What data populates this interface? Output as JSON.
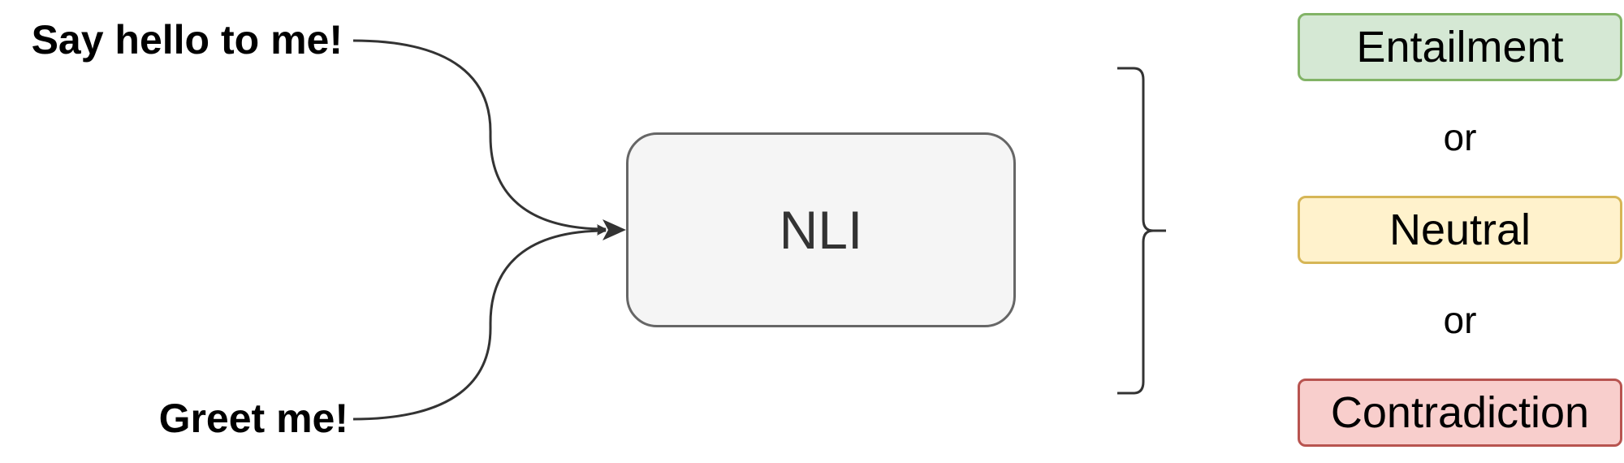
{
  "inputs": {
    "sentence_1": "Say hello to me!",
    "sentence_2": "Greet me!"
  },
  "model": {
    "label": "NLI"
  },
  "outputs": {
    "labels": [
      {
        "text": "Entailment",
        "fill": "#d5e8d4",
        "stroke": "#82b366"
      },
      {
        "text": "Neutral",
        "fill": "#fff2cc",
        "stroke": "#d6b656"
      },
      {
        "text": "Contradiction",
        "fill": "#f8cecc",
        "stroke": "#b85450"
      }
    ],
    "separators": [
      "or",
      "or"
    ]
  },
  "colors": {
    "line": "#333333",
    "model_border": "#666666",
    "model_fill": "#f5f5f5"
  }
}
